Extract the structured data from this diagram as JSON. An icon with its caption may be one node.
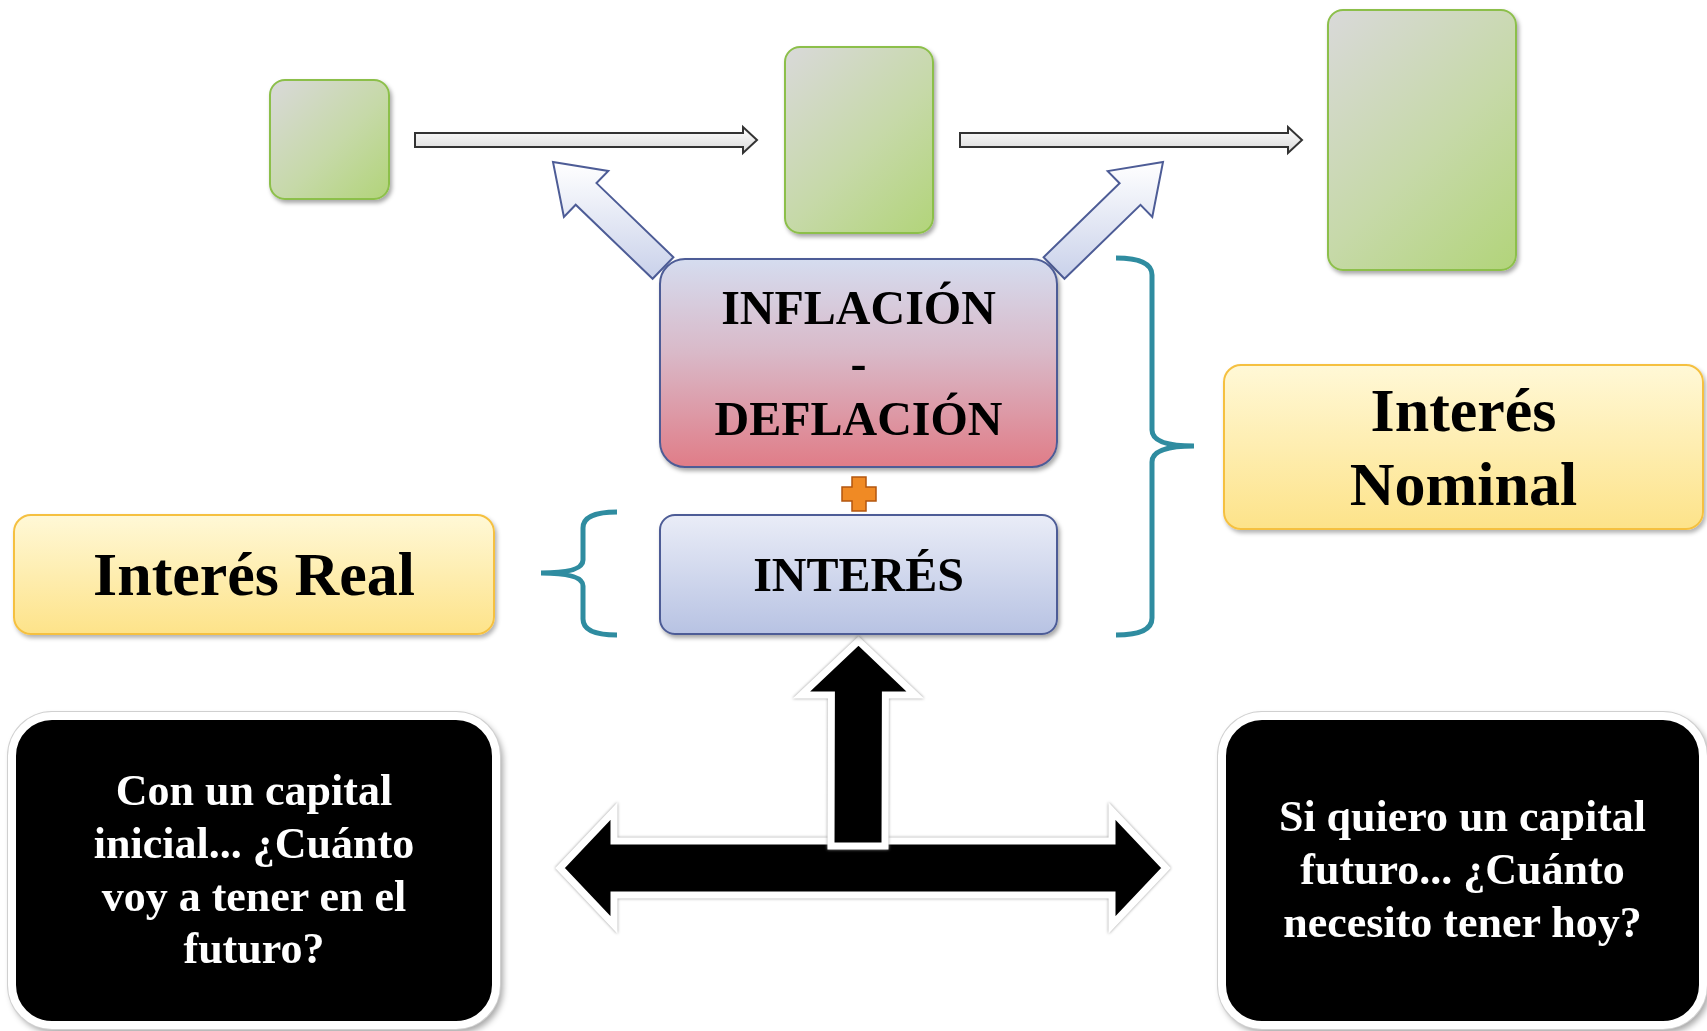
{
  "diagram": {
    "nodes": [
      {
        "text": [],
        "shape": "box"
      },
      {
        "text": [],
        "shape": "box"
      },
      {
        "text": [],
        "shape": "box"
      },
      {
        "text": [
          "INFLACIÓN - DEFLACIÓN"
        ]
      },
      {
        "text": [
          "INTERÉS"
        ]
      },
      {
        "text": [
          "Interés Real"
        ]
      },
      {
        "text": [
          "Interés Nominal"
        ]
      },
      {
        "text": [
          "Con un capital inicial... ¿Cuánto voy a tener en el futuro?"
        ]
      },
      {
        "text": [
          "Si quiero un capital futuro... ¿Cuánto necesito tener hoy?"
        ]
      }
    ],
    "edges": [
      {
        "from": 0,
        "to": 1,
        "arrow": "to",
        "color": "#d9d9d9"
      },
      {
        "from": 1,
        "to": 2,
        "arrow": "to",
        "color": "#d9d9d9"
      },
      {
        "from": 3,
        "to": null,
        "arrow": "to",
        "style": "thick",
        "color": "#c9d1ea"
      },
      {
        "from": 3,
        "to": null,
        "arrow": "to",
        "style": "thick",
        "color": "#c9d1ea"
      },
      {
        "from": 7,
        "to": 8,
        "arrow": "both",
        "style": "thick",
        "color": "#000000"
      },
      {
        "from": null,
        "to": 4,
        "arrow": "to",
        "style": "thick",
        "color": "#000000"
      }
    ]
  }
}
